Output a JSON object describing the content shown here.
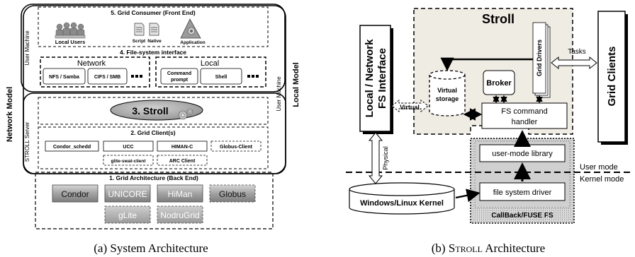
{
  "panel_a": {
    "caption": "(a) System Architecture",
    "side_labels": {
      "network_model": "Network Model",
      "local_model": "Local Model",
      "user_machine_left": "User Machine",
      "user_machine_right": "User Machine",
      "stroll_server": "STROLL Server"
    },
    "grid_consumer": {
      "title": "5. Grid Consumer (Front End)",
      "local_users": "Local Users",
      "script": "Script",
      "native": "Native",
      "application": "Application"
    },
    "fs_interface": {
      "title": "4. File-system interface",
      "network": {
        "label": "Network",
        "items": [
          "NFS / Samba",
          "CIFS / SMB"
        ]
      },
      "local": {
        "label": "Local",
        "command_prompt_line1": "Command",
        "command_prompt_line2": "prompt",
        "shell": "Shell"
      }
    },
    "stroll": {
      "title": "3. Stroll"
    },
    "grid_clients": {
      "title": "2. Grid Client(s)",
      "row1": [
        "Condor_schedd",
        "UCC",
        "HIMAN-C",
        "Globus-Client"
      ],
      "row2": [
        "glite-swat-client",
        "ARC Client"
      ]
    },
    "grid_architecture": {
      "title": "1. Grid Architecture (Back End)",
      "row1": [
        "Condor",
        "UNICORE",
        "HiMan",
        "Globus"
      ],
      "row2": [
        "gLite",
        "NodruGrid"
      ]
    }
  },
  "panel_b": {
    "caption_prefix": "(b) ",
    "caption_small_caps": "Stroll",
    "caption_suffix": " Architecture",
    "local_network_fs": {
      "line1": "Local / Network",
      "line2": "FS Interface"
    },
    "stroll_title": "Stroll",
    "grid_drivers": "Grid Drivers",
    "tasks": "Tasks",
    "grid_clients": "Grid Clients",
    "broker": "Broker",
    "virtual_storage": {
      "line1": "Virtual",
      "line2": "storage"
    },
    "virtual_arrow": "Virtual",
    "fs_command_handler": {
      "line1": "FS command",
      "line2": "handler"
    },
    "user_mode_library": "user-mode library",
    "user_mode": "User mode",
    "kernel_mode": "Kernel mode",
    "physical": "Physical",
    "kernel": "Windows/Linux Kernel",
    "file_system_driver": "file system driver",
    "callback": "CallBack/FUSE FS"
  }
}
